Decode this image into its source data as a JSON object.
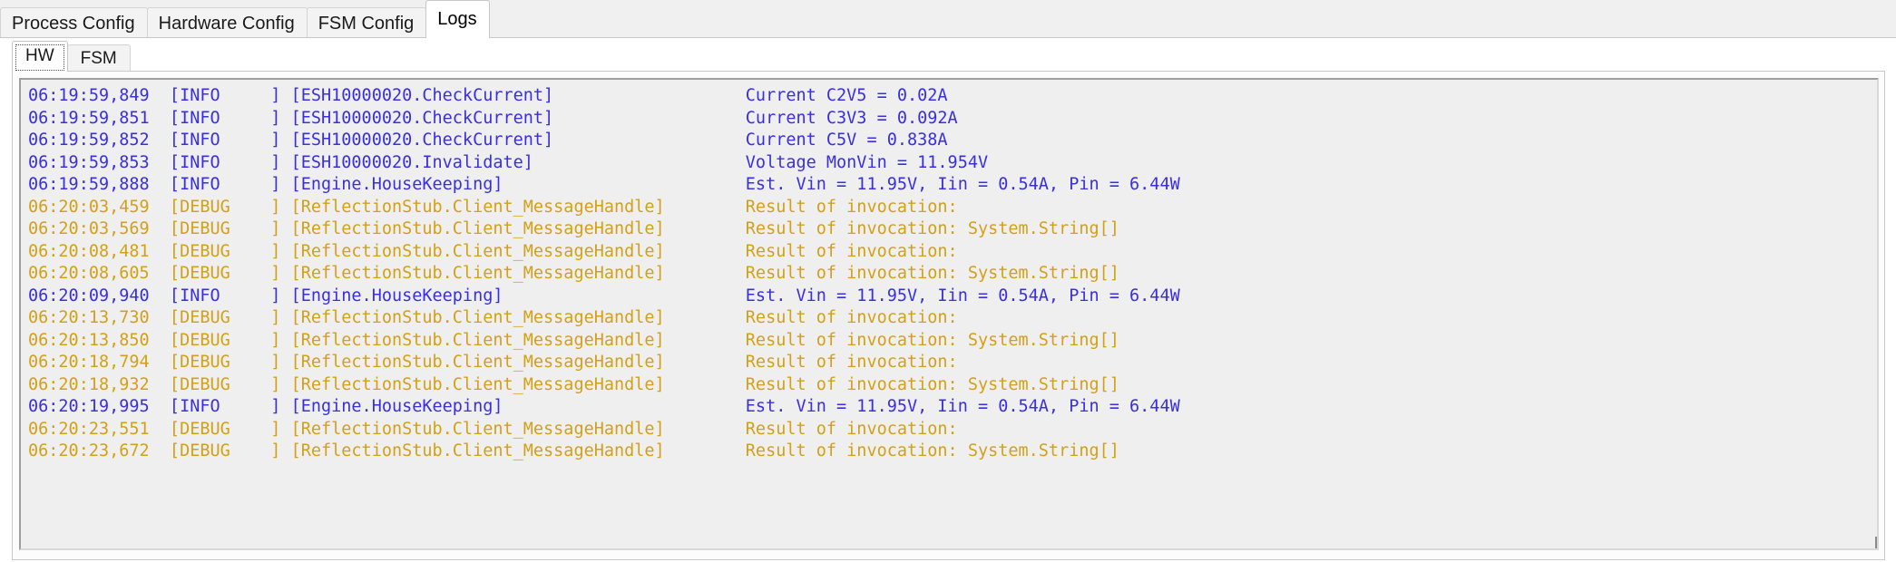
{
  "window": {
    "background": "#f0f0f0"
  },
  "tabs": {
    "items": [
      {
        "label": "Process Config",
        "selected": false
      },
      {
        "label": "Hardware Config",
        "selected": false
      },
      {
        "label": "FSM Config",
        "selected": false
      },
      {
        "label": "Logs",
        "selected": true
      }
    ]
  },
  "subtabs": {
    "items": [
      {
        "label": "HW",
        "selected": true
      },
      {
        "label": "FSM",
        "selected": false
      }
    ]
  },
  "log": {
    "colors": {
      "INFO": "#3a2fe0",
      "DEBUG": "#d3a017",
      "background": "#efefef",
      "border": "#9e9e9e"
    },
    "columns": {
      "time": 13,
      "level": 9,
      "source": 43
    },
    "lines": [
      {
        "time": "06:19:59,849",
        "level": "INFO",
        "source": "[ESH10000020.CheckCurrent]",
        "message": "Current C2V5 = 0.02A"
      },
      {
        "time": "06:19:59,851",
        "level": "INFO",
        "source": "[ESH10000020.CheckCurrent]",
        "message": "Current C3V3 = 0.092A"
      },
      {
        "time": "06:19:59,852",
        "level": "INFO",
        "source": "[ESH10000020.CheckCurrent]",
        "message": "Current C5V = 0.838A"
      },
      {
        "time": "06:19:59,853",
        "level": "INFO",
        "source": "[ESH10000020.Invalidate]",
        "message": "Voltage MonVin = 11.954V"
      },
      {
        "time": "06:19:59,888",
        "level": "INFO",
        "source": "[Engine.HouseKeeping]",
        "message": "Est. Vin = 11.95V, Iin = 0.54A, Pin = 6.44W"
      },
      {
        "time": "06:20:03,459",
        "level": "DEBUG",
        "source": "[ReflectionStub.Client_MessageHandle]",
        "message": "Result of invocation:"
      },
      {
        "time": "06:20:03,569",
        "level": "DEBUG",
        "source": "[ReflectionStub.Client_MessageHandle]",
        "message": "Result of invocation: System.String[]"
      },
      {
        "time": "06:20:08,481",
        "level": "DEBUG",
        "source": "[ReflectionStub.Client_MessageHandle]",
        "message": "Result of invocation:"
      },
      {
        "time": "06:20:08,605",
        "level": "DEBUG",
        "source": "[ReflectionStub.Client_MessageHandle]",
        "message": "Result of invocation: System.String[]"
      },
      {
        "time": "06:20:09,940",
        "level": "INFO",
        "source": "[Engine.HouseKeeping]",
        "message": "Est. Vin = 11.95V, Iin = 0.54A, Pin = 6.44W"
      },
      {
        "time": "06:20:13,730",
        "level": "DEBUG",
        "source": "[ReflectionStub.Client_MessageHandle]",
        "message": "Result of invocation:"
      },
      {
        "time": "06:20:13,850",
        "level": "DEBUG",
        "source": "[ReflectionStub.Client_MessageHandle]",
        "message": "Result of invocation: System.String[]"
      },
      {
        "time": "06:20:18,794",
        "level": "DEBUG",
        "source": "[ReflectionStub.Client_MessageHandle]",
        "message": "Result of invocation:"
      },
      {
        "time": "06:20:18,932",
        "level": "DEBUG",
        "source": "[ReflectionStub.Client_MessageHandle]",
        "message": "Result of invocation: System.String[]"
      },
      {
        "time": "06:20:19,995",
        "level": "INFO",
        "source": "[Engine.HouseKeeping]",
        "message": "Est. Vin = 11.95V, Iin = 0.54A, Pin = 6.44W"
      },
      {
        "time": "06:20:23,551",
        "level": "DEBUG",
        "source": "[ReflectionStub.Client_MessageHandle]",
        "message": "Result of invocation:"
      },
      {
        "time": "06:20:23,672",
        "level": "DEBUG",
        "source": "[ReflectionStub.Client_MessageHandle]",
        "message": "Result of invocation: System.String[]"
      }
    ]
  }
}
